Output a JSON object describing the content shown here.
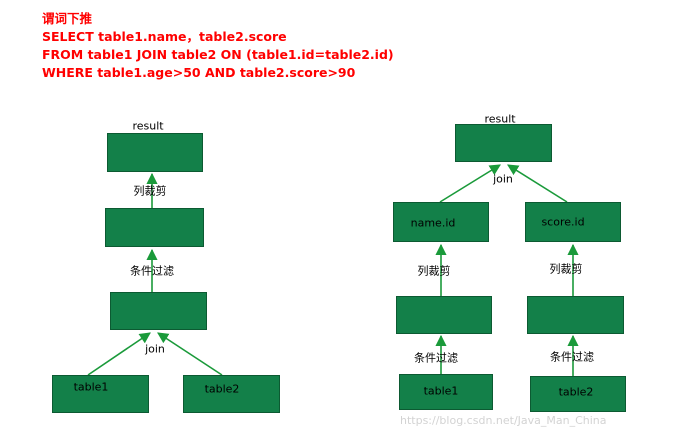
{
  "sql": {
    "heading": "谓词下推",
    "lines": [
      "SELECT table1.name，table2.score",
      "FROM table1 JOIN table2 ON (table1.id=table2.id)",
      "WHERE table1.age>50 AND table2.score>90"
    ]
  },
  "left_tree": {
    "result_label": "result",
    "prune_label": "列裁剪",
    "filter_label": "条件过滤",
    "join_label": "join",
    "table1_label": "table1",
    "table2_label": "table2"
  },
  "right_tree": {
    "result_label": "result",
    "join_label": "join",
    "name_id_label": "name.id",
    "score_id_label": "score.id",
    "prune_left_label": "列裁剪",
    "prune_right_label": "列裁剪",
    "filter_left_label": "条件过滤",
    "filter_right_label": "条件过滤",
    "table1_label": "table1",
    "table2_label": "table2"
  },
  "colors": {
    "box_fill": "#138049",
    "arrow": "#1a9a3a",
    "sql_text": "#ff0000"
  },
  "watermark": "https://blog.csdn.net/Java_Man_China"
}
